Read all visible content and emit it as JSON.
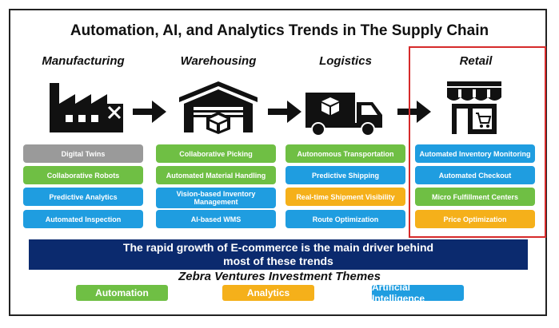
{
  "title": "Automation, AI, and Analytics Trends in The Supply Chain",
  "colors": {
    "automation": "#6fbf44",
    "analytics": "#f5b01a",
    "ai": "#1f9de0",
    "digital_twins": "#9a9a9a",
    "banner": "#0b2a6e",
    "highlight": "#d62a2a"
  },
  "stages": [
    {
      "name": "Manufacturing",
      "icon": "factory-icon",
      "items": [
        {
          "label": "Digital Twins",
          "category": "other"
        },
        {
          "label": "Collaborative Robots",
          "category": "automation"
        },
        {
          "label": "Predictive Analytics",
          "category": "ai"
        },
        {
          "label": "Automated Inspection",
          "category": "ai"
        }
      ]
    },
    {
      "name": "Warehousing",
      "icon": "warehouse-icon",
      "items": [
        {
          "label": "Collaborative Picking",
          "category": "automation"
        },
        {
          "label": "Automated Material Handling",
          "category": "automation"
        },
        {
          "label": "Vision-based Inventory Management",
          "category": "ai"
        },
        {
          "label": "AI-based WMS",
          "category": "ai"
        }
      ]
    },
    {
      "name": "Logistics",
      "icon": "delivery-truck-icon",
      "items": [
        {
          "label": "Autonomous Transportation",
          "category": "automation"
        },
        {
          "label": "Predictive Shipping",
          "category": "ai"
        },
        {
          "label": "Real-time Shipment Visibility",
          "category": "analytics"
        },
        {
          "label": "Route Optimization",
          "category": "ai"
        }
      ]
    },
    {
      "name": "Retail",
      "icon": "storefront-icon",
      "items": [
        {
          "label": "Automated Inventory Monitoring",
          "category": "ai"
        },
        {
          "label": "Automated Checkout",
          "category": "ai"
        },
        {
          "label": "Micro Fulfillment Centers",
          "category": "automation"
        },
        {
          "label": "Price Optimization",
          "category": "analytics"
        }
      ]
    }
  ],
  "banner": {
    "line1": "The rapid growth of E-commerce is the main driver behind",
    "line2": "most of these trends"
  },
  "themes_title": "Zebra Ventures Investment Themes",
  "legend": [
    {
      "label": "Automation",
      "category": "automation"
    },
    {
      "label": "Analytics",
      "category": "analytics"
    },
    {
      "label": "Artificial Intelligence",
      "category": "ai"
    }
  ]
}
